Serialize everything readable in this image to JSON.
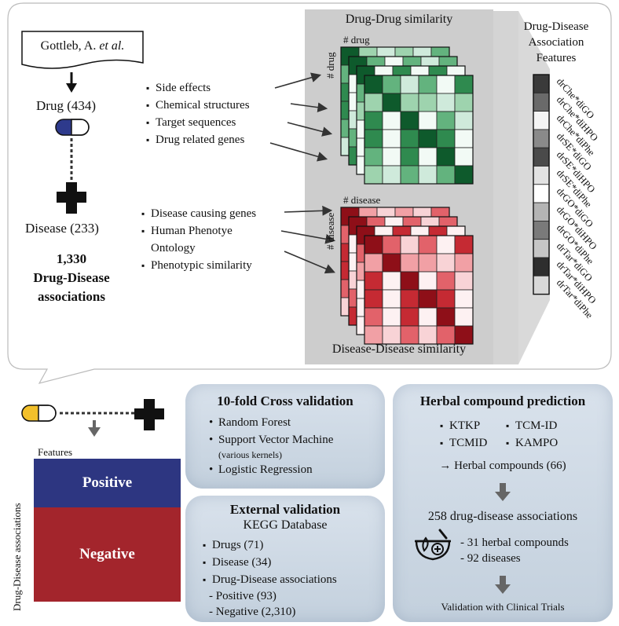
{
  "source": {
    "author": "Gottleb, A. ",
    "etal": "et al."
  },
  "drug_node": {
    "label": "Drug (434)"
  },
  "disease_node": {
    "label": "Disease (233)"
  },
  "associations": {
    "count": "1,330",
    "label_line1": "Drug-Disease",
    "label_line2": "associations"
  },
  "drug_features": [
    "Side effects",
    "Chemical structures",
    "Target sequences",
    "Drug related genes"
  ],
  "disease_features": [
    "Disease causing genes",
    "Human Phenotye",
    "Ontology",
    "Phenotypic similarity"
  ],
  "drug_similarity": {
    "title": "Drug-Drug similarity",
    "axis_top": "# drug",
    "axis_side": "# drug"
  },
  "disease_similarity": {
    "title": "Disease-Disease similarity",
    "axis_top": "# disease",
    "axis_side": "# disease"
  },
  "assoc_features": {
    "title_line1": "Drug-Disease",
    "title_line2": "Association",
    "title_line3": "Features",
    "labels": [
      "drChe*diGO",
      "drChe*diHPO",
      "drChe*diPhe",
      "drSE*diGO",
      "drSE*diHPO",
      "drSE*diPhe",
      "drGO*diGO",
      "drGO*diHPO",
      "drGO*diPhe",
      "drTar*diGO",
      "drTar*diHPO",
      "drTar*diPhe"
    ],
    "shades": [
      "#3a3a3a",
      "#6a6a6a",
      "#f4f4f4",
      "#8a8a8a",
      "#4a4a4a",
      "#e2e2e2",
      "#ffffff",
      "#b4b4b4",
      "#7a7a7a",
      "#c6c6c6",
      "#2e2e2e",
      "#d8d8d8"
    ]
  },
  "feature_table": {
    "features_label": "Features",
    "side_label": "Drug-Disease associations",
    "positive": "Positive",
    "negative": "Negative"
  },
  "cross_validation": {
    "title": "10-fold Cross validation",
    "items": [
      "Random Forest",
      "Support Vector Machine",
      "Logistic Regression"
    ],
    "svm_note": "(various kernels)"
  },
  "external_validation": {
    "title": "External validation",
    "subtitle": "KEGG Database",
    "items": [
      "Drugs (71)",
      "Disease (34)",
      "Drug-Disease associations"
    ],
    "subitems": [
      "- Positive (93)",
      "- Negative (2,310)"
    ]
  },
  "herbal": {
    "title": "Herbal compound prediction",
    "databases": [
      "KTKP",
      "TCM-ID",
      "TCMID",
      "KAMPO"
    ],
    "compounds": "→ Herbal compounds (66)",
    "associations": "258 drug-disease associations",
    "herbal_count": "- 31 herbal compounds",
    "disease_count": "- 92 diseases",
    "final": "Validation with Clinical Trials"
  },
  "colors": {
    "drug_capsule": "#2e3a8c",
    "herbal_capsule": "#f2c02b",
    "positive": "#2d3681",
    "negative": "#a3252c",
    "panel_bg": "#d3dde8"
  }
}
